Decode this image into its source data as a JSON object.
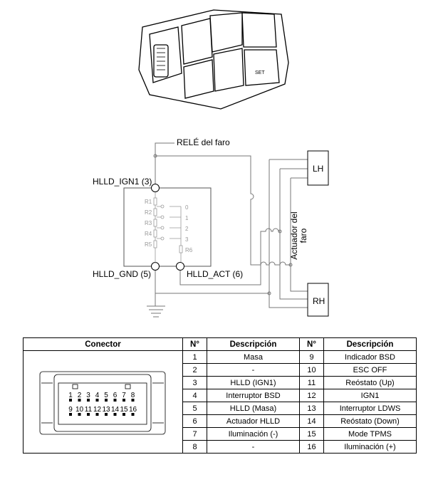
{
  "diagram": {
    "relay_label": "RELÉ del faro",
    "ign_label": "HLLD_IGN1 (3)",
    "gnd_label": "HLLD_GND (5)",
    "act_label": "HLLD_ACT (6)",
    "lh_label": "LH",
    "rh_label": "RH",
    "actuator_label": "Actuador del faro",
    "resistors": [
      "R1",
      "R2",
      "R3",
      "R4",
      "R5",
      "R6"
    ],
    "positions": [
      "0",
      "1",
      "2",
      "3"
    ]
  },
  "switch_panel": {
    "set_label": "SET"
  },
  "table": {
    "headers": [
      "Conector",
      "N°",
      "Descripción",
      "N°",
      "Descripción"
    ],
    "connector_pins": [
      "1",
      "2",
      "3",
      "4",
      "5",
      "6",
      "7",
      "8",
      "9",
      "10",
      "11",
      "12",
      "13",
      "14",
      "15",
      "16"
    ],
    "rows": [
      [
        "1",
        "Masa",
        "9",
        "Indicador BSD"
      ],
      [
        "2",
        "-",
        "10",
        "ESC OFF"
      ],
      [
        "3",
        "HLLD (IGN1)",
        "11",
        "Reóstato (Up)"
      ],
      [
        "4",
        "Interruptor BSD",
        "12",
        "IGN1"
      ],
      [
        "5",
        "HLLD (Masa)",
        "13",
        "Interruptor LDWS"
      ],
      [
        "6",
        "Actuador HLLD",
        "14",
        "Reóstato (Down)"
      ],
      [
        "7",
        "Iluminación (-)",
        "15",
        "Mode TPMS"
      ],
      [
        "8",
        "-",
        "16",
        "Iluminación (+)"
      ]
    ]
  }
}
